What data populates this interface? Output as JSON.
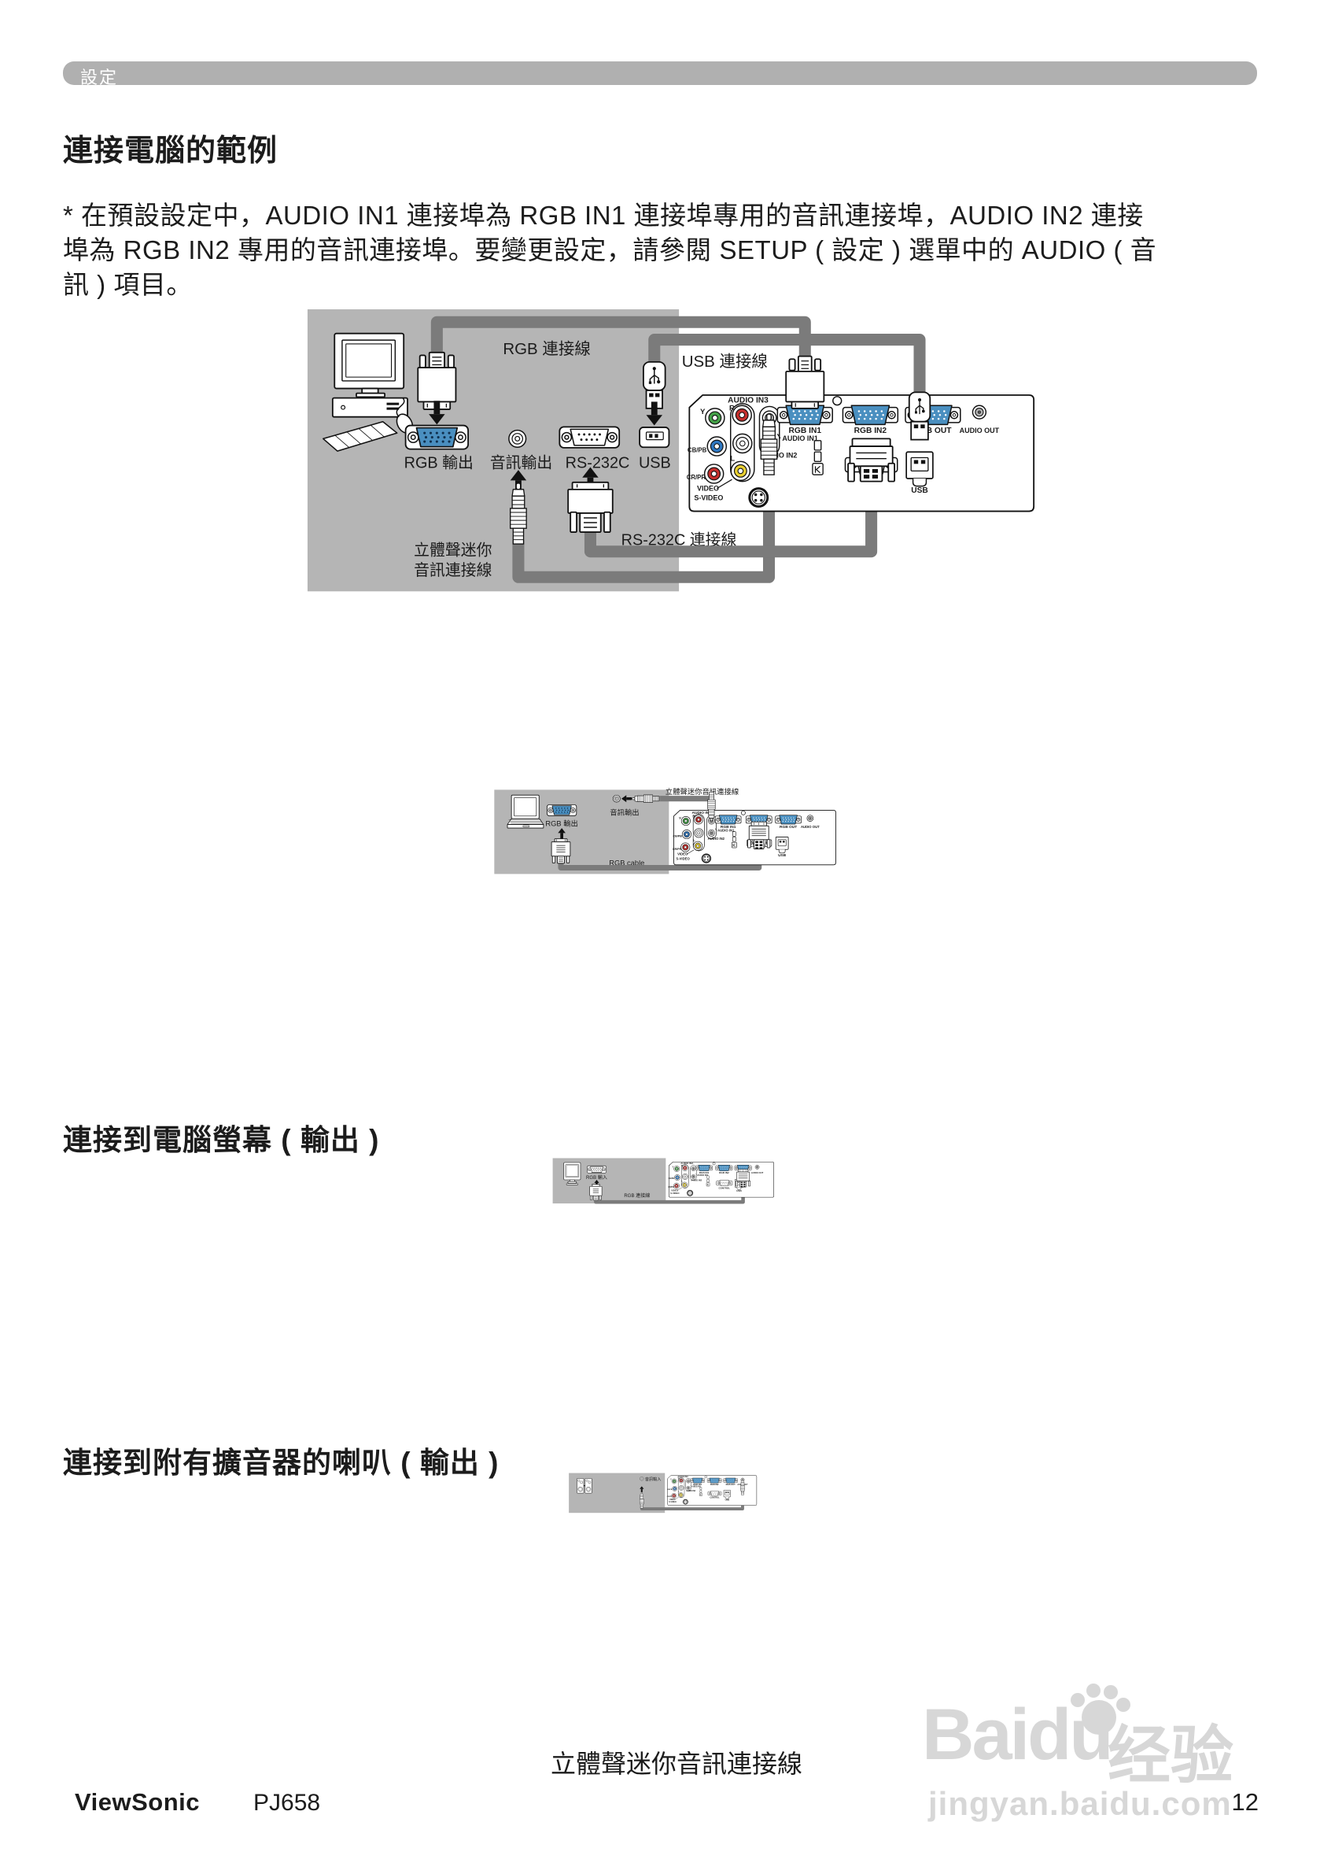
{
  "header": {
    "tab": "設定"
  },
  "intro": {
    "title": "連接電腦的範例",
    "line1": "* 在預設設定中，AUDIO IN1 連接埠為 RGB IN1 連接埠專用的音訊連接埠，AUDIO IN2 連接",
    "line2": "埠為 RGB IN2 專用的音訊連接埠。要變更設定，請參閱 SETUP ( 設定 ) 選單中的 AUDIO ( 音",
    "line3": "訊 ) 項目。"
  },
  "sections": {
    "monitor_title": "連接到電腦螢幕 ( 輸出 )",
    "speaker_title": "連接到附有擴音器的喇叭 ( 輸出 )"
  },
  "d1": {
    "rgb_cable": "RGB 連接線",
    "usb_cable": "USB 連接線",
    "rgb_out": "RGB 輸出",
    "audio_out": "音訊輸出",
    "rs232c": "RS-232C",
    "usb": "USB",
    "stereo1": "立體聲迷你",
    "stereo2": "音訊連接線",
    "rs232c_cable": "RS-232C 連接線"
  },
  "d2": {
    "stereo": "立體聲迷你音訊連接線",
    "rgb_out": "RGB 輸出",
    "audio_out": "音訊輸出",
    "rgb_cable": "RGB cable"
  },
  "d3": {
    "rgb_in": "RGB 輸入",
    "rgb_cable": "RGB 連接線"
  },
  "d4": {
    "audio_in": "音訊輸入",
    "stereo": "立體聲迷你音訊連接線"
  },
  "panel": {
    "audio_in3": "AUDIO IN3",
    "y": "Y",
    "r": "R",
    "cbpb": "CB/PB",
    "l": "L",
    "crpr": "CR/PR",
    "video": "VIDEO",
    "svideo": "S-VIDEO",
    "rgb_in1": "RGB IN1",
    "rgb_in2": "RGB IN2",
    "rgb_out": "RGB OUT",
    "audio_out": "AUDIO OUT",
    "audio_in1": "AUDIO IN1",
    "audio_in2": "AUDIO IN2",
    "control": "CONTROL",
    "usb": "USB"
  },
  "footer": {
    "brand": "ViewSonic",
    "model": "PJ658",
    "page": "12"
  },
  "watermark": {
    "word": "Baidu",
    "word2": "经验",
    "url": "jingyan.baidu.com"
  },
  "colors": {
    "block_gray": "#b5b5b5",
    "cable_gray": "#7b7b7b",
    "vga_blue": "#4a8fc0",
    "rca_green": "#44a048",
    "rca_red": "#c62f2c",
    "rca_blue": "#2f78c2",
    "rca_yellow": "#e8cf31",
    "jack_gray": "#aeaeae",
    "ink": "#111111"
  }
}
